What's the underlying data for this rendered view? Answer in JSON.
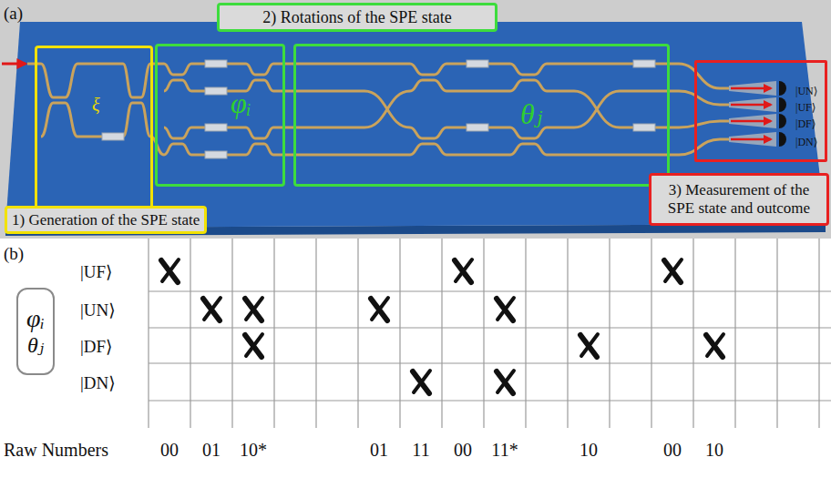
{
  "diagram": {
    "nodes": [
      {
        "text": [
          "2) Rotations of the SPE state"
        ]
      },
      {
        "text": [
          "ξ"
        ]
      },
      {
        "text": [
          "φᵢ"
        ]
      },
      {
        "text": [
          "θⱼ"
        ]
      },
      {
        "text": [
          "|UN⟩",
          "|UF⟩",
          "|DF⟩",
          "|DN⟩"
        ]
      },
      {
        "text": [
          "1) Generation of the SPE state"
        ]
      },
      {
        "text": [
          "3) Measurement of the SPE state and outcome"
        ]
      },
      {
        "text": [
          "φᵢ",
          "θⱼ"
        ]
      }
    ],
    "labels": [
      "(a)",
      "(b)",
      "|UF⟩",
      "|UN⟩",
      "|DF⟩",
      "|DN⟩",
      "Raw Numbers",
      "00",
      "01",
      "10*",
      "01",
      "11",
      "00",
      "11*",
      "10",
      "00",
      "10"
    ]
  }
}
